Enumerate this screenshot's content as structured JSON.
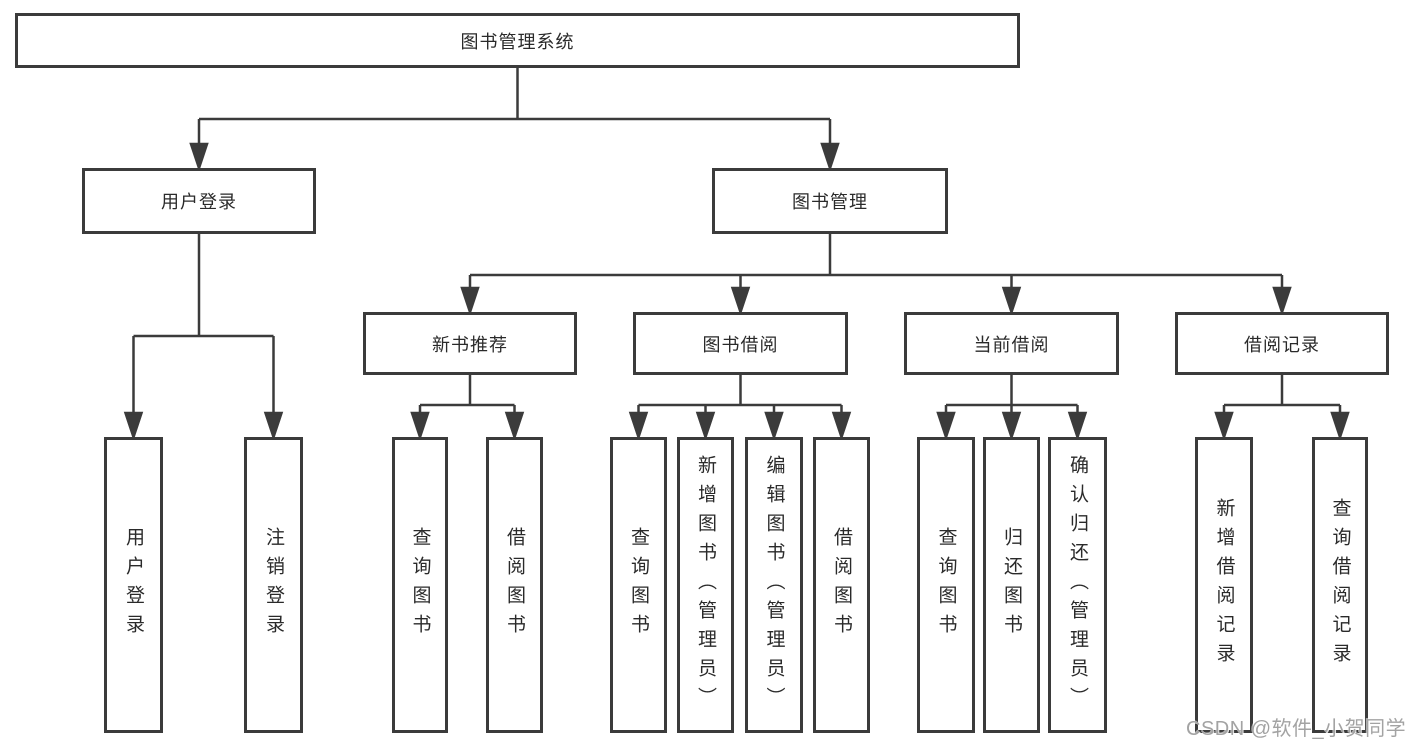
{
  "diagram": {
    "root": {
      "label": "图书管理系统"
    },
    "user_login": {
      "label": "用户登录",
      "children": [
        {
          "label": "用户登录"
        },
        {
          "label": "注销登录"
        }
      ]
    },
    "book_mgmt": {
      "label": "图书管理",
      "modules": [
        {
          "label": "新书推荐",
          "children": [
            {
              "label": "查询图书"
            },
            {
              "label": "借阅图书"
            }
          ]
        },
        {
          "label": "图书借阅",
          "children": [
            {
              "label": "查询图书"
            },
            {
              "label": "新增图书（管理员）"
            },
            {
              "label": "编辑图书（管理员）"
            },
            {
              "label": "借阅图书"
            }
          ]
        },
        {
          "label": "当前借阅",
          "children": [
            {
              "label": "查询图书"
            },
            {
              "label": "归还图书"
            },
            {
              "label": "确认归还（管理员）"
            }
          ]
        },
        {
          "label": "借阅记录",
          "children": [
            {
              "label": "新增借阅记录"
            },
            {
              "label": "查询借阅记录"
            }
          ]
        }
      ]
    }
  },
  "watermark": {
    "text": "CSDN @软件_小贺同学"
  },
  "colors": {
    "line": "#3b3b3b",
    "box_border": "#3b3b3b",
    "text": "#2a2a2a",
    "watermark_text": "#a3a3a3",
    "background": "#ffffff"
  }
}
